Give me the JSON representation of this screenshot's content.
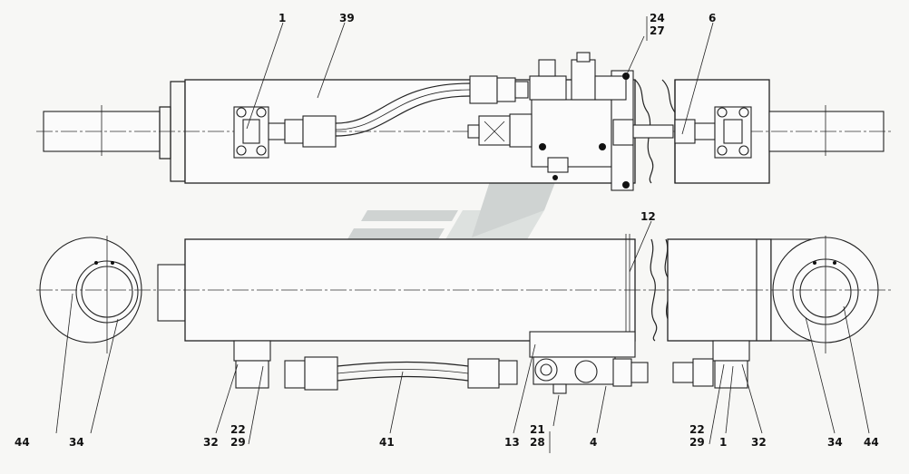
{
  "labels": {
    "top": {
      "l1": "1",
      "l39": "39",
      "l24": "24",
      "l27": "27",
      "l6": "6"
    },
    "bottom": {
      "l12": "12",
      "l44a": "44",
      "l34a": "34",
      "l32a": "32",
      "l22a": "22",
      "l29a": "29",
      "l41": "41",
      "l13": "13",
      "l21": "21",
      "l28": "28",
      "l4": "4",
      "l22b": "22",
      "l29b": "29",
      "l1b": "1",
      "l32b": "32",
      "l34b": "34",
      "l44b": "44"
    }
  }
}
